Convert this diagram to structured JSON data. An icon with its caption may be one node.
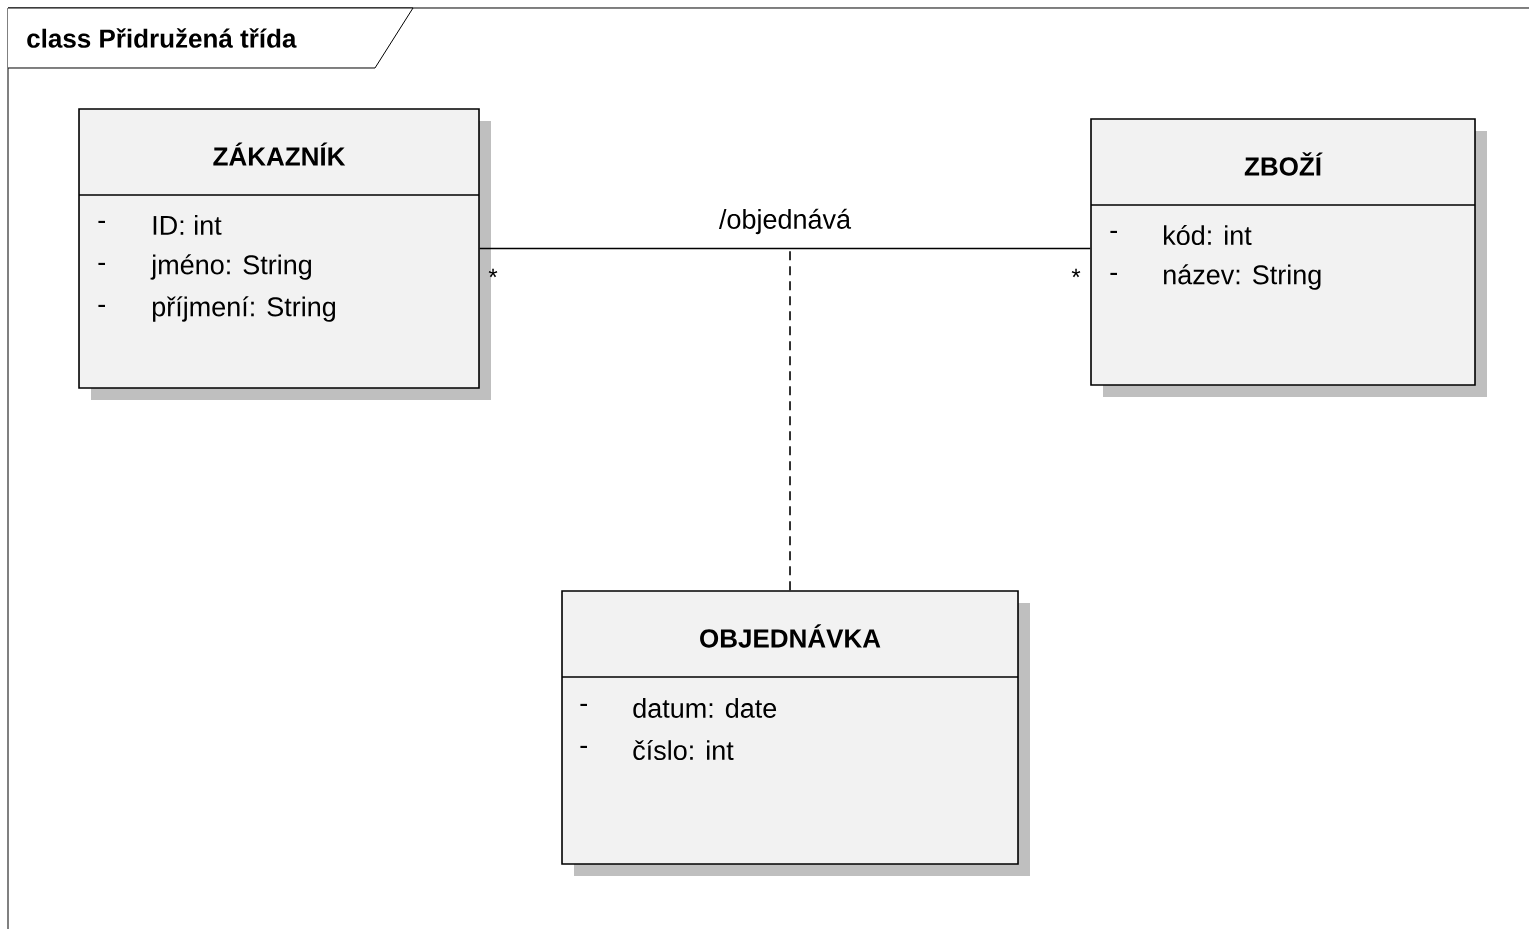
{
  "diagram": {
    "nodes": [
      {
        "text": [
          "class Přidružená třída"
        ]
      },
      {
        "text": [
          "ZÁKAZNÍK",
          "-",
          "ID: int",
          "-",
          "jméno: String",
          "-",
          "příjmení: String"
        ],
        "in": 0
      },
      {
        "text": [
          "ZBOŽÍ",
          "-",
          "kód: int",
          "-",
          "název: String"
        ],
        "in": 0
      },
      {
        "text": [
          "OBJEDNÁVKA",
          "-",
          "datum: date",
          "-",
          "číslo: int"
        ],
        "in": 0
      }
    ],
    "edges": [
      {
        "from": 1,
        "to": 2,
        "arrow": "none",
        "label": "/objednává"
      },
      {
        "from": 3,
        "to": null,
        "arrow": "none",
        "style": "dashed"
      }
    ],
    "labels": [
      "*",
      "*"
    ]
  }
}
